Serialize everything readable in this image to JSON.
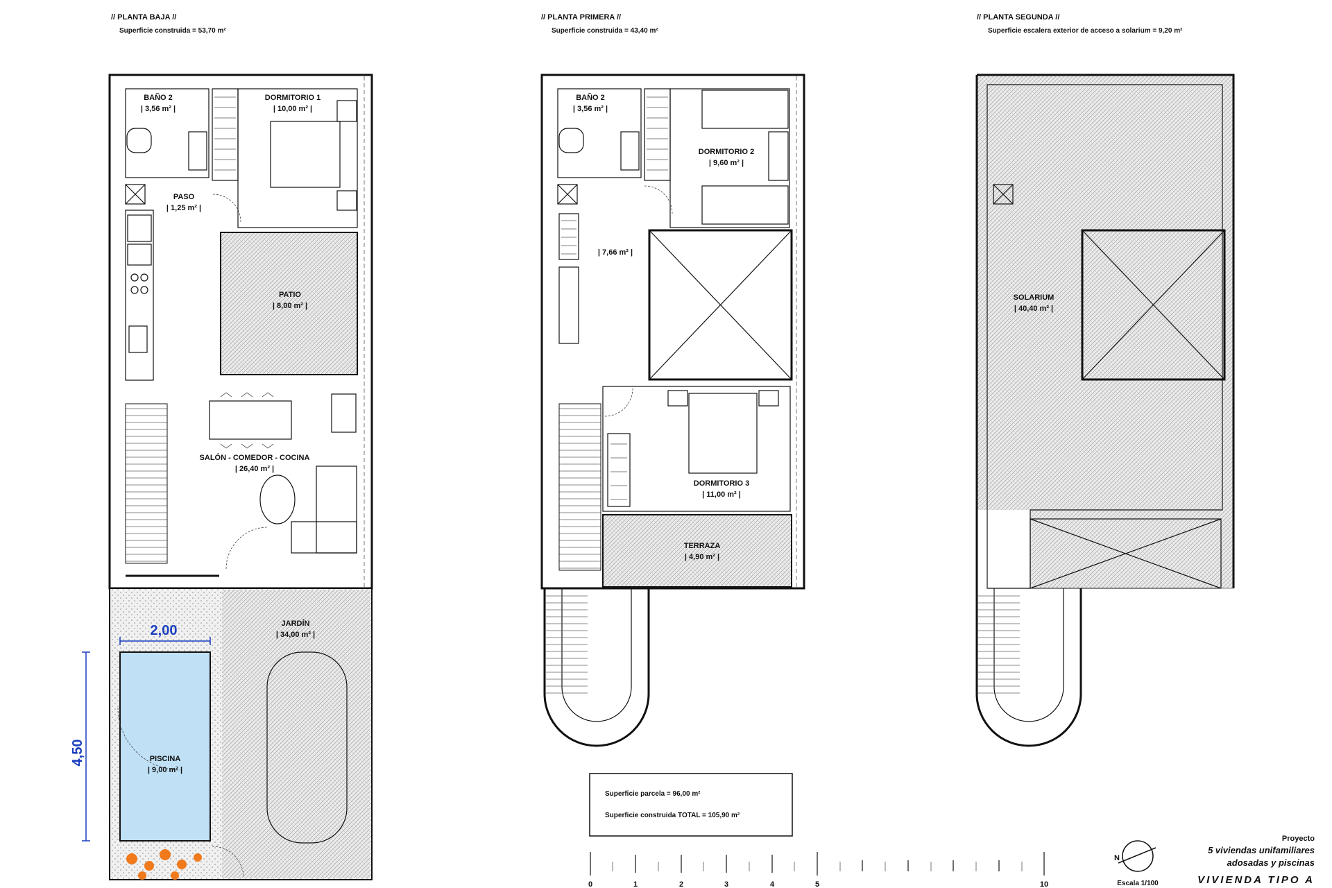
{
  "plans": {
    "ground": {
      "title": "// PLANTA BAJA //",
      "surface": "Superficie construida = 53,70 m²",
      "rooms": {
        "bano": {
          "name": "BAÑO 2",
          "area": "| 3,56 m² |"
        },
        "dorm1": {
          "name": "DORMITORIO 1",
          "area": "| 10,00 m² |"
        },
        "paso": {
          "name": "PASO",
          "area": "| 1,25 m² |"
        },
        "patio": {
          "name": "PATIO",
          "area": "| 8,00 m² |"
        },
        "salon": {
          "name": "SALÓN - COMEDOR - COCINA",
          "area": "| 26,40 m² |"
        },
        "jardin": {
          "name": "JARDÍN",
          "area": "| 34,00 m² |"
        },
        "piscina": {
          "name": "PISCINA",
          "area": "| 9,00 m² |"
        }
      },
      "dims": {
        "width": "2,00",
        "length": "4,50"
      }
    },
    "first": {
      "title": "// PLANTA PRIMERA //",
      "surface": "Superficie construida = 43,40 m²",
      "rooms": {
        "bano": {
          "name": "BAÑO 2",
          "area": "| 3,56 m² |"
        },
        "dorm2": {
          "name": "DORMITORIO 2",
          "area": "| 9,60 m² |"
        },
        "estudio": {
          "area": "| 7,66 m² |"
        },
        "dorm3": {
          "name": "DORMITORIO 3",
          "area": "| 11,00 m² |"
        },
        "terraza": {
          "name": "TERRAZA",
          "area": "| 4,90 m² |"
        }
      }
    },
    "second": {
      "title": "// PLANTA SEGUNDA //",
      "surface": "Superficie escalera exterior de acceso a solarium = 9,20 m²",
      "rooms": {
        "solarium": {
          "name": "SOLARIUM",
          "area": "| 40,40 m² |"
        }
      }
    }
  },
  "summary": {
    "plot": "Superficie parcela = 96,00 m²",
    "total": "Superficie construida TOTAL = 105,90 m²"
  },
  "scale_bar": {
    "ticks": [
      "0",
      "1",
      "2",
      "3",
      "4",
      "5",
      "10"
    ]
  },
  "title_block": {
    "north": "N",
    "scale": "Escala 1/100",
    "project_label": "Proyecto",
    "project_line1": "5 viviendas unifamiliares",
    "project_line2": "adosadas y piscinas",
    "dwelling": "VIVIENDA TIPO A"
  },
  "colors": {
    "pool": "#bfe0f5",
    "dimension": "#1a3fbf",
    "hatch": "#9a9a9a",
    "flowers": "#f07a1c"
  }
}
